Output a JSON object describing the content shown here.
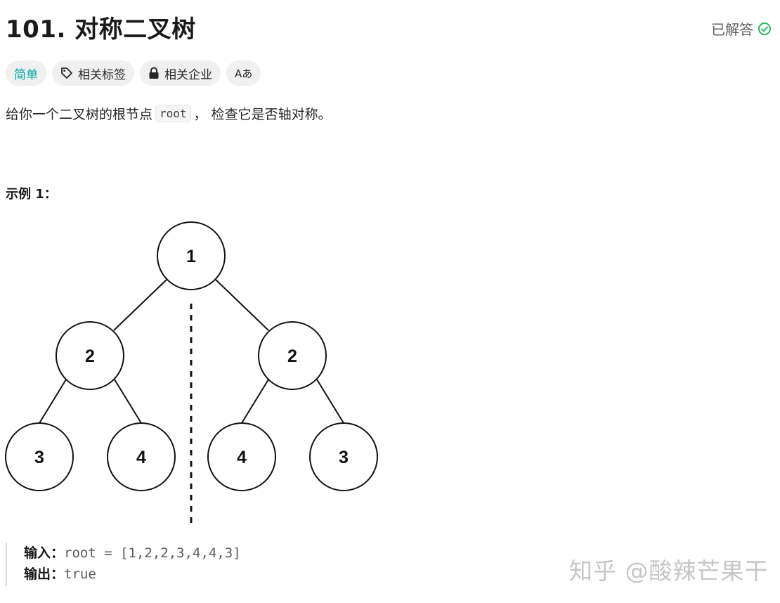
{
  "problem": {
    "title": "101. 对称二叉树",
    "status_label": "已解答",
    "tags": [
      {
        "label": "简单"
      },
      {
        "label": "相关标签"
      },
      {
        "label": "相关企业"
      },
      {
        "label": "Aあ"
      }
    ],
    "description": {
      "before": "给你一个二叉树的根节点",
      "code": "root",
      "after": "， 检查它是否轴对称。"
    },
    "example": {
      "title": "示例 1：",
      "tree_nodes": [
        "1",
        "2",
        "2",
        "3",
        "4",
        "4",
        "3"
      ],
      "input_label": "输入：",
      "input_value": "root = [1,2,2,3,4,4,3]",
      "output_label": "输出：",
      "output_value": "true"
    }
  },
  "watermark": "知乎 @酸辣芒果干",
  "colors": {
    "accent_easy": "#00a6a6",
    "solved_check": "#2db55d"
  },
  "icons": {
    "solved": "check-circle-icon",
    "tags": "tag-icon",
    "companies": "lock-icon",
    "translate": "translate-icon"
  }
}
